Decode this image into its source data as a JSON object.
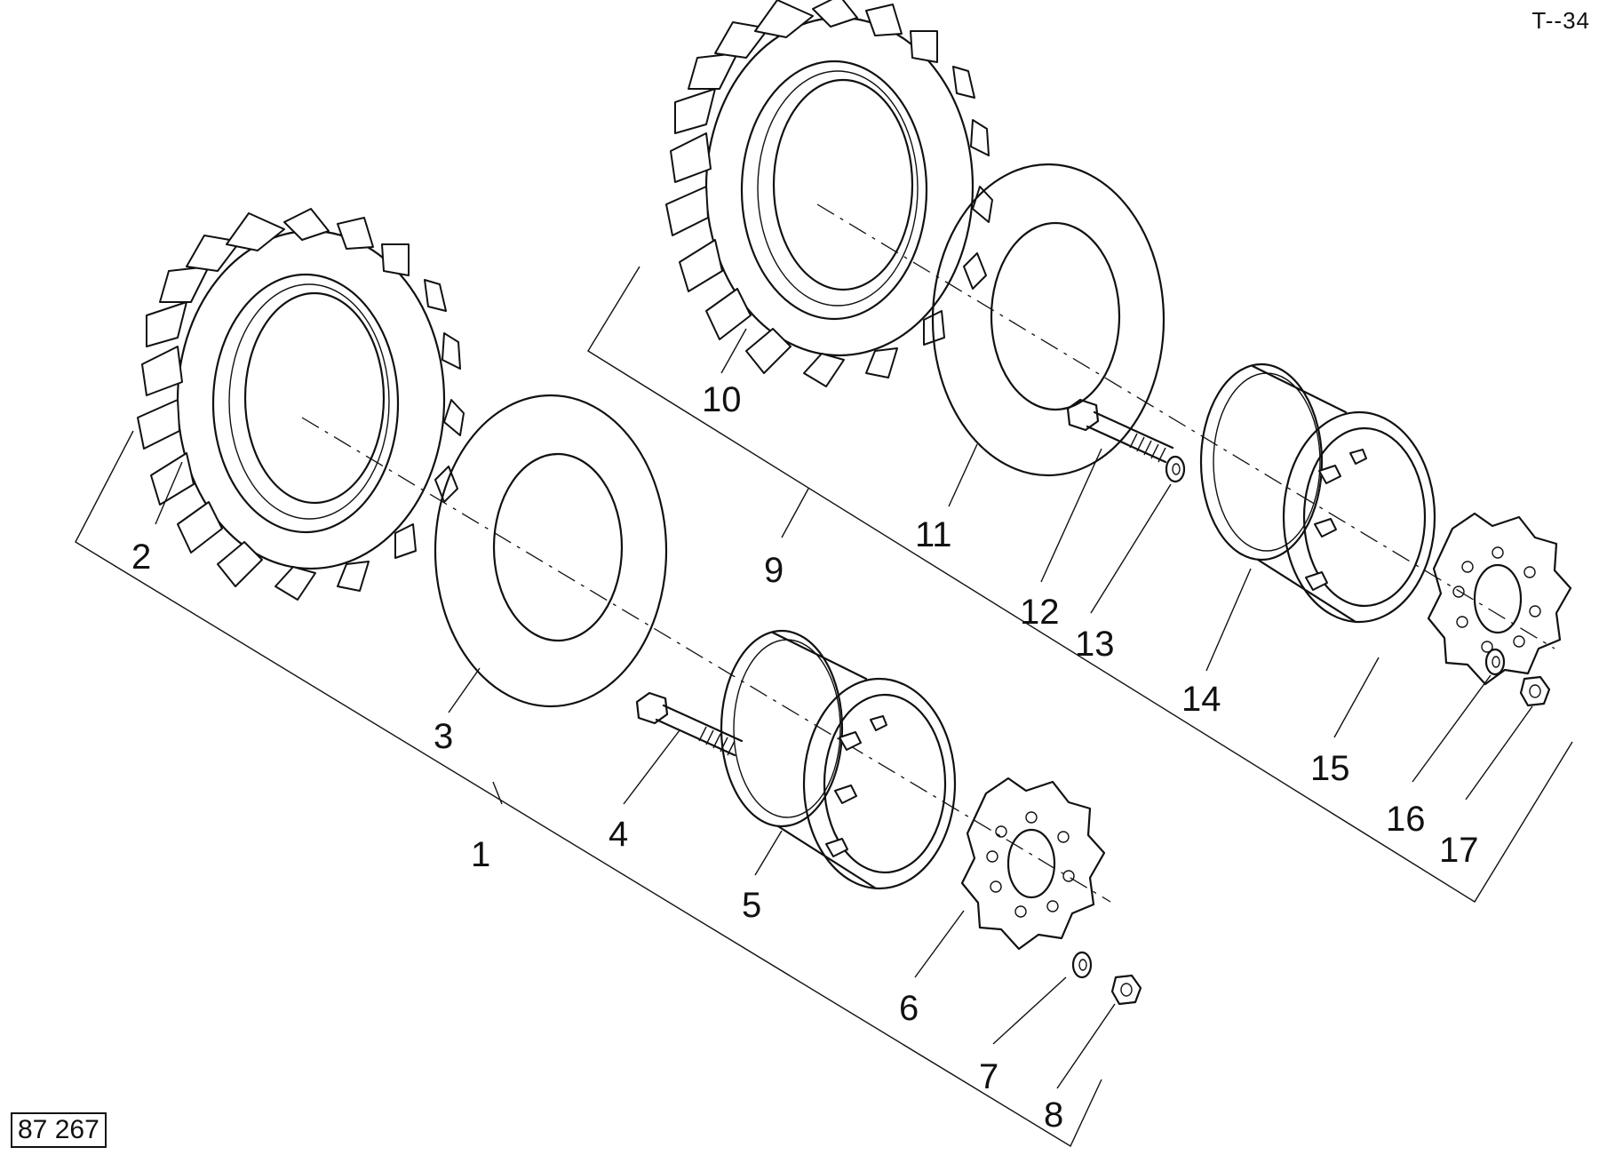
{
  "page_ref": "T--34",
  "drawing_number": "87 267",
  "callouts": [
    "1",
    "2",
    "3",
    "4",
    "5",
    "6",
    "7",
    "8",
    "9",
    "10",
    "11",
    "12",
    "13",
    "14",
    "15",
    "16",
    "17"
  ],
  "assemblies": [
    {
      "group_callout": "1",
      "parts": [
        "2",
        "3",
        "4",
        "5",
        "6",
        "7",
        "8"
      ]
    },
    {
      "group_callout": "9",
      "parts": [
        "10",
        "11",
        "12",
        "13",
        "14",
        "15",
        "16",
        "17"
      ]
    }
  ]
}
